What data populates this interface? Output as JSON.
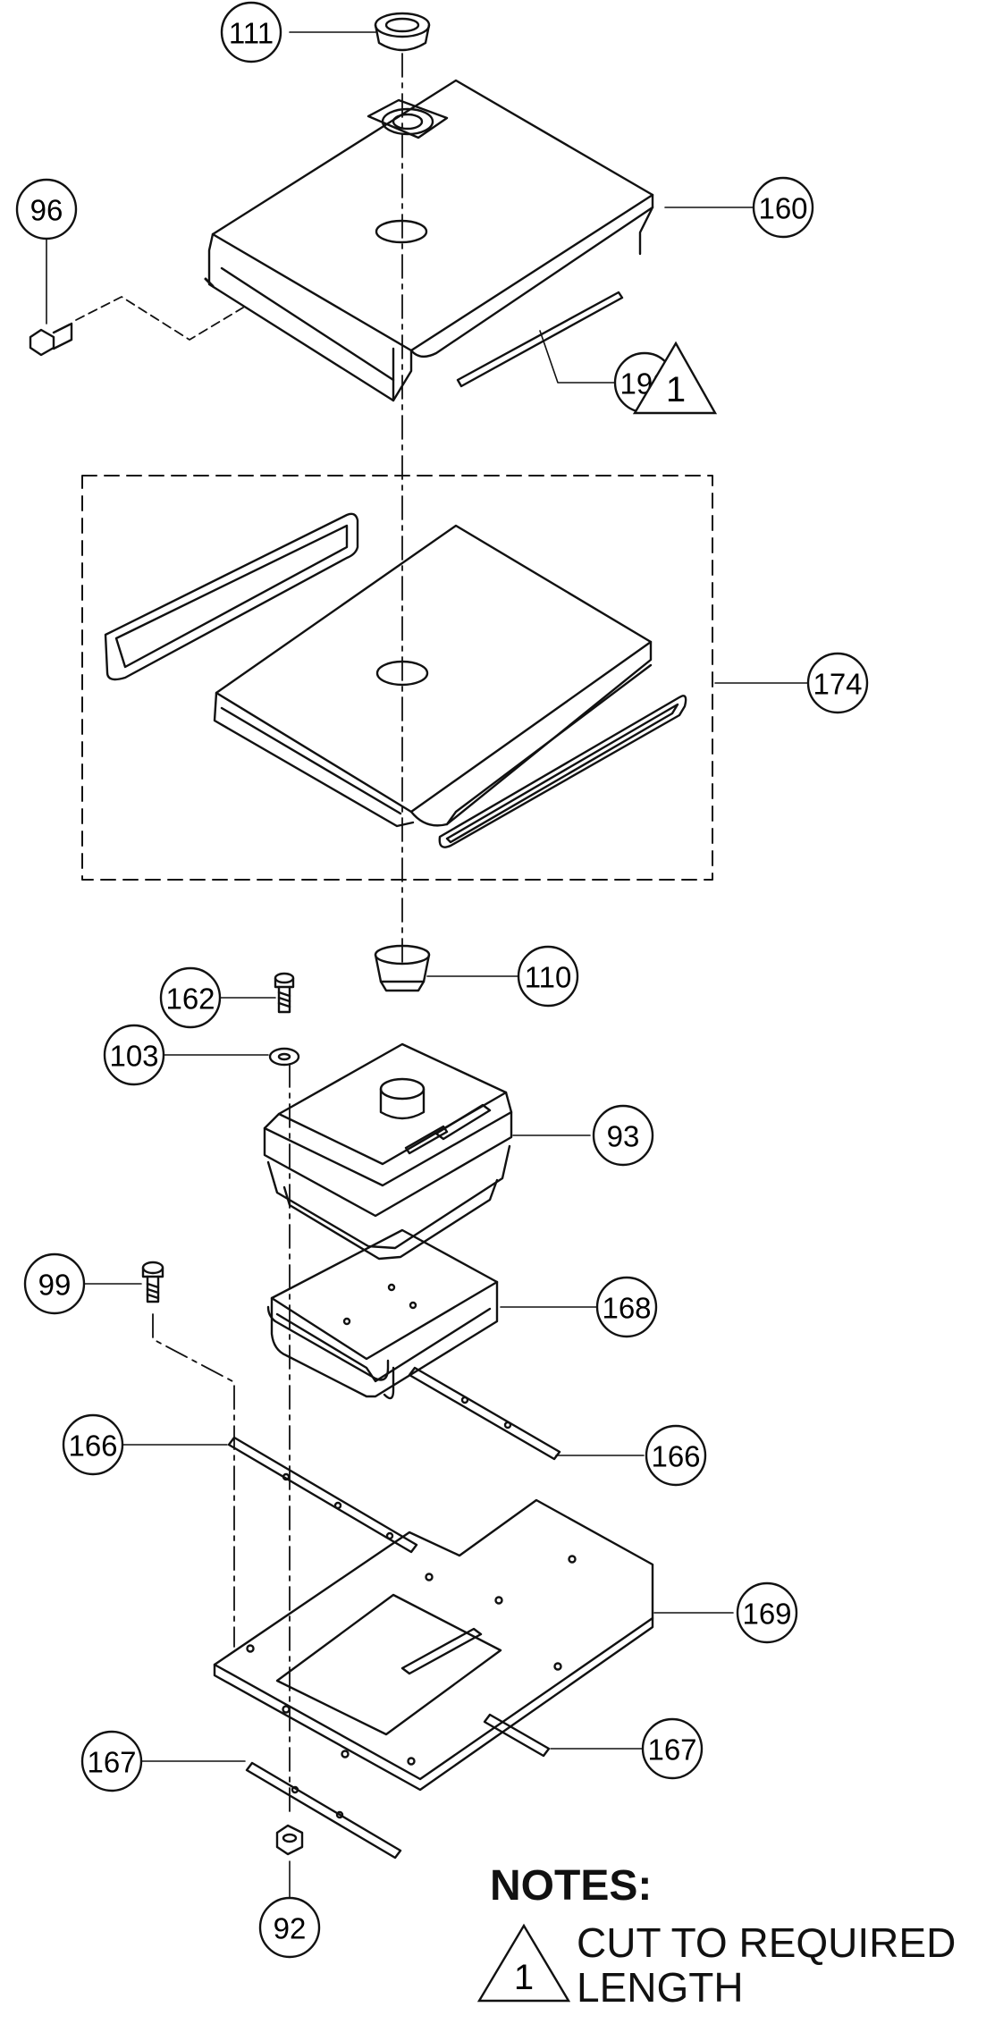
{
  "callouts": [
    {
      "id": "111",
      "label": "111"
    },
    {
      "id": "96",
      "label": "96"
    },
    {
      "id": "160",
      "label": "160"
    },
    {
      "id": "192",
      "label": "192"
    },
    {
      "id": "174",
      "label": "174"
    },
    {
      "id": "110",
      "label": "110"
    },
    {
      "id": "162",
      "label": "162"
    },
    {
      "id": "103",
      "label": "103"
    },
    {
      "id": "93",
      "label": "93"
    },
    {
      "id": "99",
      "label": "99"
    },
    {
      "id": "168",
      "label": "168"
    },
    {
      "id": "166a",
      "label": "166"
    },
    {
      "id": "166b",
      "label": "166"
    },
    {
      "id": "169",
      "label": "169"
    },
    {
      "id": "167a",
      "label": "167"
    },
    {
      "id": "167b",
      "label": "167"
    },
    {
      "id": "92",
      "label": "92"
    }
  ],
  "note_flag": "1",
  "notes": {
    "title": "NOTES:",
    "flag": "1",
    "line1": "CUT TO REQUIRED",
    "line2": "LENGTH"
  }
}
